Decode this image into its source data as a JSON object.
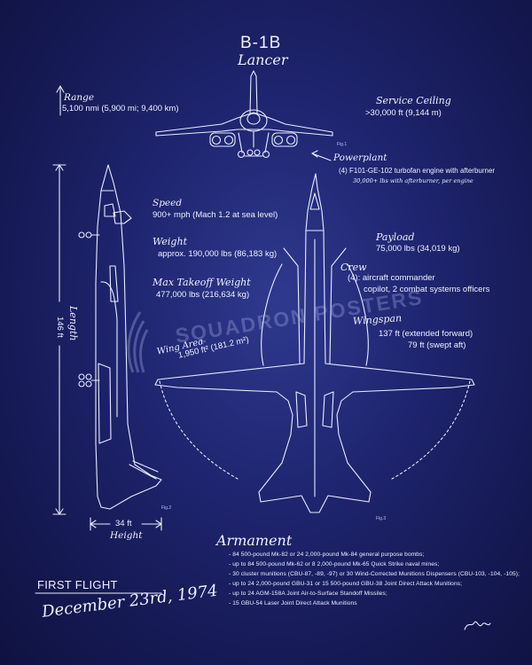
{
  "title": "B-1B",
  "subtitle": "Lancer",
  "range": {
    "label": "Range",
    "value": "5,100 nmi (5,900 mi; 9,400 km)"
  },
  "service_ceiling": {
    "label": "Service Ceiling",
    "value": ">30,000 ft (9,144 m)"
  },
  "powerplant": {
    "label": "Powerplant",
    "value": "(4) F101-GE-102 turbofan engine with afterburner",
    "thrust": "30,000+ lbs with afterburner, per engine"
  },
  "speed": {
    "label": "Speed",
    "value": "900+ mph (Mach 1.2 at sea level)"
  },
  "weight": {
    "label": "Weight",
    "value": "approx. 190,000 lbs (86,183 kg)"
  },
  "max_takeoff_weight": {
    "label": "Max Takeoff Weight",
    "value": "477,000 lbs (216,634 kg)"
  },
  "payload": {
    "label": "Payload",
    "value": "75,000 lbs (34,019 kg)"
  },
  "crew": {
    "label": "Crew",
    "line1": "(4): aircraft commander",
    "line2": "copilot, 2 combat systems officers"
  },
  "wingspan": {
    "label": "Wingspan",
    "extended": "137 ft (extended forward)",
    "swept": "79 ft (swept aft)"
  },
  "wing_area": {
    "label": "Wing Area",
    "value": "1,950 ft² (181.2 m²)"
  },
  "length": {
    "label": "Length",
    "value": "146 ft"
  },
  "height": {
    "label": "Height",
    "value": "34 ft"
  },
  "watermark": "SQUADRON POSTERS",
  "armament": {
    "title": "Armament",
    "items": [
      "- 84 500-pound Mk-82 or 24 2,000-pound Mk-84 general purpose bombs;",
      "- up to 84 500-pound Mk-62 or 8 2,000-pound Mk-65 Quick Strike naval mines;",
      "- 30 cluster munitions (CBU-87, -89, -97) or 30 Wind-Corrected Munitions Dispensers (CBU-103, -104, -105);",
      "- up to 24 2,000-pound GBU-31 or 15 500-pound GBU-38 Joint Direct Attack Munitions;",
      "- up to 24 AGM-158A Joint Air-to-Surface Standoff Missiles;",
      "- 15 GBU-54 Laser Joint Direct Attack Munitions"
    ]
  },
  "first_flight": {
    "label": "FIRST FLIGHT",
    "date": "December 23rd, 1974"
  },
  "figures": {
    "fig1": "Fig.1",
    "fig2": "Fig.2",
    "fig3": "Fig.3"
  }
}
